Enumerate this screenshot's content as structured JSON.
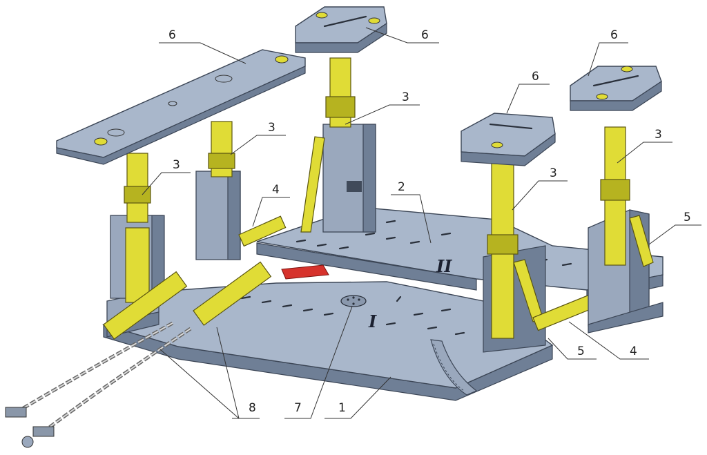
{
  "labels": {
    "frame_1": "1",
    "frame_2": "2",
    "column_3": "3",
    "cylinder_4": "4",
    "bracket_5": "5",
    "cap_6": "6",
    "pivot_7": "7",
    "chain_8": "8",
    "section_I": "I",
    "section_II": "II"
  },
  "colors": {
    "steel": "#a9b7cb",
    "steel_dark": "#6f7f96",
    "cylinder": "#e0dc36",
    "marker": "#d6322c"
  }
}
